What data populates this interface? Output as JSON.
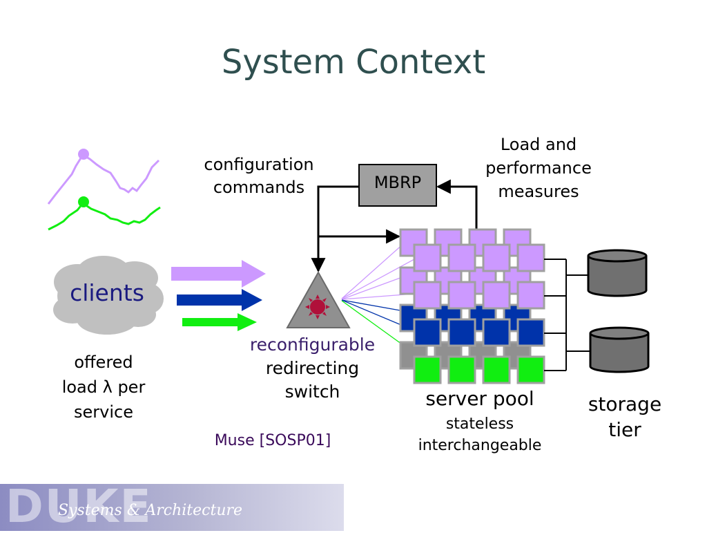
{
  "title": "System Context",
  "clients": {
    "label": "clients"
  },
  "offered_load": {
    "line1": "offered",
    "line2": "load λ per",
    "line3": "service"
  },
  "config_commands": {
    "line1": "configuration",
    "line2": "commands"
  },
  "mbrp": {
    "label": "MBRP"
  },
  "load_measures": {
    "line1": "Load and",
    "line2": "performance",
    "line3": "measures"
  },
  "switch": {
    "line1": "reconfigurable",
    "line2": "redirecting",
    "line3": "switch"
  },
  "citation": "Muse [SOSP01]",
  "server_pool": {
    "title": "server pool",
    "line1": "stateless",
    "line2": "interchangeable"
  },
  "storage": {
    "line1": "storage",
    "line2": "tier"
  },
  "footer": {
    "logo": "DUKE",
    "text": "Systems & Architecture"
  },
  "colors": {
    "purple": "#cc99ff",
    "blue": "#0033aa",
    "green": "#11ee11",
    "switch_red": "#b0103a",
    "title": "#2f4f4f"
  }
}
